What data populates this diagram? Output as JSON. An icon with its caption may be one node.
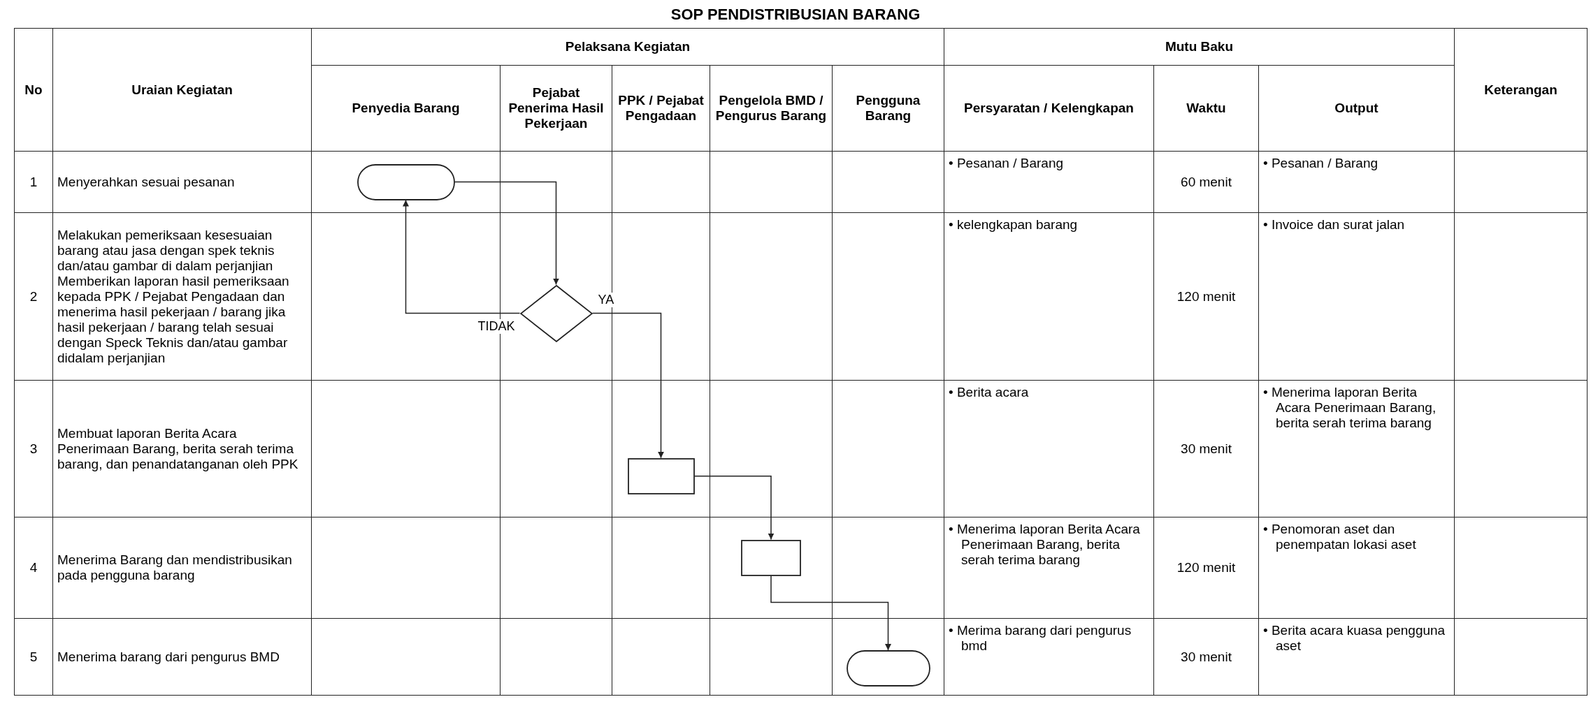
{
  "diagram": {
    "title": "SOP PENDISTRIBUSIAN BARANG",
    "nodes": [
      {
        "text": [],
        "shape": "capsule"
      },
      {
        "text": [],
        "shape": "diamond"
      },
      {
        "text": [],
        "shape": "box"
      },
      {
        "text": [],
        "shape": "box"
      },
      {
        "text": [],
        "shape": "capsule"
      }
    ],
    "edges": [
      {
        "from": 0,
        "to": 1,
        "arrow": "to"
      },
      {
        "from": 1,
        "to": 0,
        "arrow": "to",
        "label": "TIDAK"
      },
      {
        "from": 1,
        "to": 2,
        "arrow": "to",
        "label": "YA"
      },
      {
        "from": 2,
        "to": 3,
        "arrow": "to"
      },
      {
        "from": 3,
        "to": 4,
        "arrow": "to"
      }
    ],
    "labels": [
      "No",
      "Uraian Kegiatan",
      "Pelaksana Kegiatan",
      "Mutu Baku",
      "Keterangan",
      "Penyedia Barang",
      "Pejabat Penerima Hasil Pekerjaan",
      "PPK / Pejabat Pengadaan",
      "Pengelola BMD / Pengurus Barang",
      "Pengguna Barang",
      "Persyaratan / Kelengkapan",
      "Waktu",
      "Output",
      "1",
      "Menyerahkan sesuai pesanan",
      "• Pesanan / Barang",
      "60 menit",
      "• Pesanan / Barang",
      "2",
      "Melakukan pemeriksaan kesesuaian barang atau jasa dengan spek teknis dan/atau gambar di dalam perjanjian Memberikan laporan hasil pemeriksaan kepada PPK / Pejabat Pengadaan dan menerima hasil pekerjaan / barang jika hasil pekerjaan / barang telah sesuai dengan Speck Teknis dan/atau gambar didalam perjanjian",
      "• kelengkapan barang",
      "120 menit",
      "• Invoice dan surat jalan",
      "3",
      "Membuat laporan Berita Acara Penerimaan Barang, berita serah terima barang, dan penandatanganan oleh PPK",
      "• Berita acara",
      "30 menit",
      "• Menerima laporan Berita Acara Penerimaan Barang, berita serah terima barang",
      "4",
      "Menerima Barang dan mendistribusikan pada pengguna barang",
      "• Menerima laporan Berita Acara Penerimaan Barang, berita serah terima barang",
      "120 menit",
      "• Penomoran aset dan penempatan lokasi aset",
      "5",
      "Menerima barang dari pengurus BMD",
      "• Merima barang dari pengurus bmd",
      "30 menit",
      "• Berita acara kuasa pengguna aset"
    ]
  }
}
